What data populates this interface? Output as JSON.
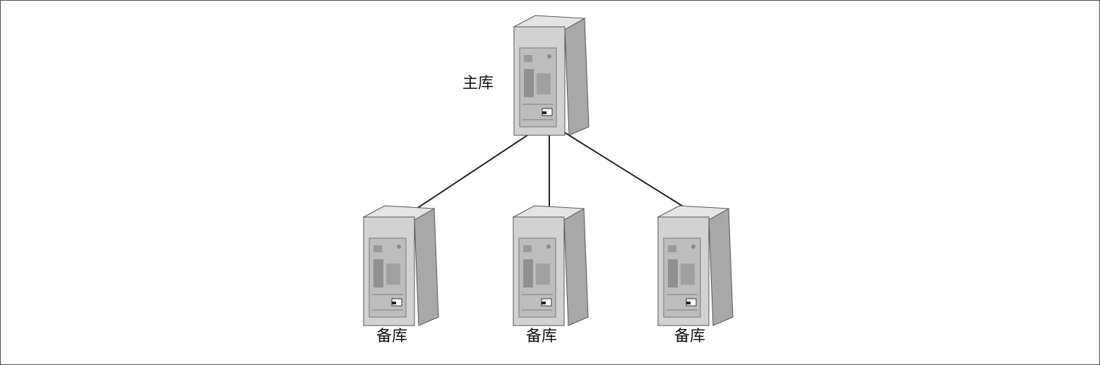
{
  "primary": {
    "label": "主库",
    "icon": "server-icon"
  },
  "replicas": [
    {
      "label": "备库",
      "icon": "server-icon"
    },
    {
      "label": "备库",
      "icon": "server-icon"
    },
    {
      "label": "备库",
      "icon": "server-icon"
    }
  ],
  "colors": {
    "border": "#4a4a4a",
    "server_front": "#cfcfcf",
    "server_side": "#a9a9a9",
    "arrow": "#222222"
  }
}
